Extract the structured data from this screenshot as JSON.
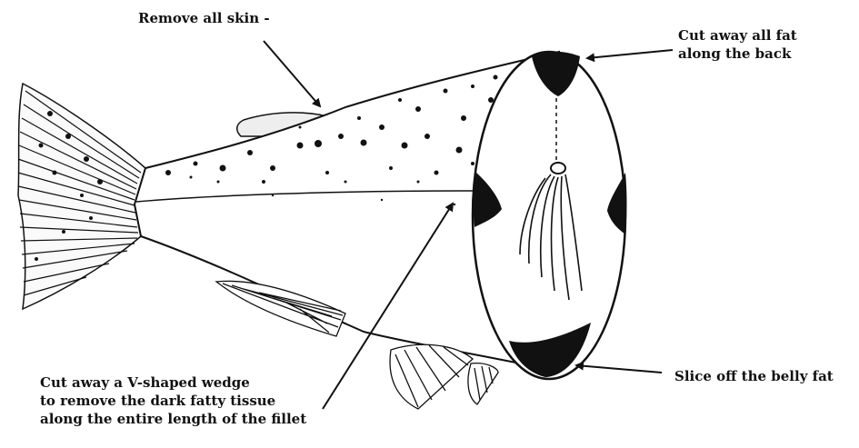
{
  "annotations": {
    "remove_skin": "Remove all skin -",
    "back_fat": [
      "Cut away all fat",
      "along the back"
    ],
    "belly_fat": "Slice off the belly fat",
    "v_wedge": [
      "Cut away a V-shaped wedge",
      "to remove the dark fatty tissue",
      "along the entire length of the fillet"
    ]
  },
  "colors": {
    "ink": "#111111",
    "paper": "#ffffff"
  },
  "icons": [
    "fish-illustration",
    "arrow"
  ]
}
